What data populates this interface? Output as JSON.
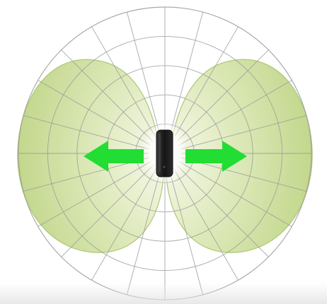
{
  "diagram": {
    "type": "antenna-radiation-pattern",
    "pattern_shape": "bidirectional",
    "polar_grid": {
      "rings": 5,
      "radials": 24
    },
    "lobes": [
      "left",
      "right"
    ],
    "arrows": [
      "left",
      "right"
    ],
    "device": "usb-adapter",
    "colors": {
      "grid": "#9a9a9a",
      "lobe_fill": "#c7dc8f",
      "lobe_stroke": "#a8c46a",
      "arrow": "#22dd33",
      "device": "#1c1c1c",
      "background": "#ffffff"
    }
  }
}
